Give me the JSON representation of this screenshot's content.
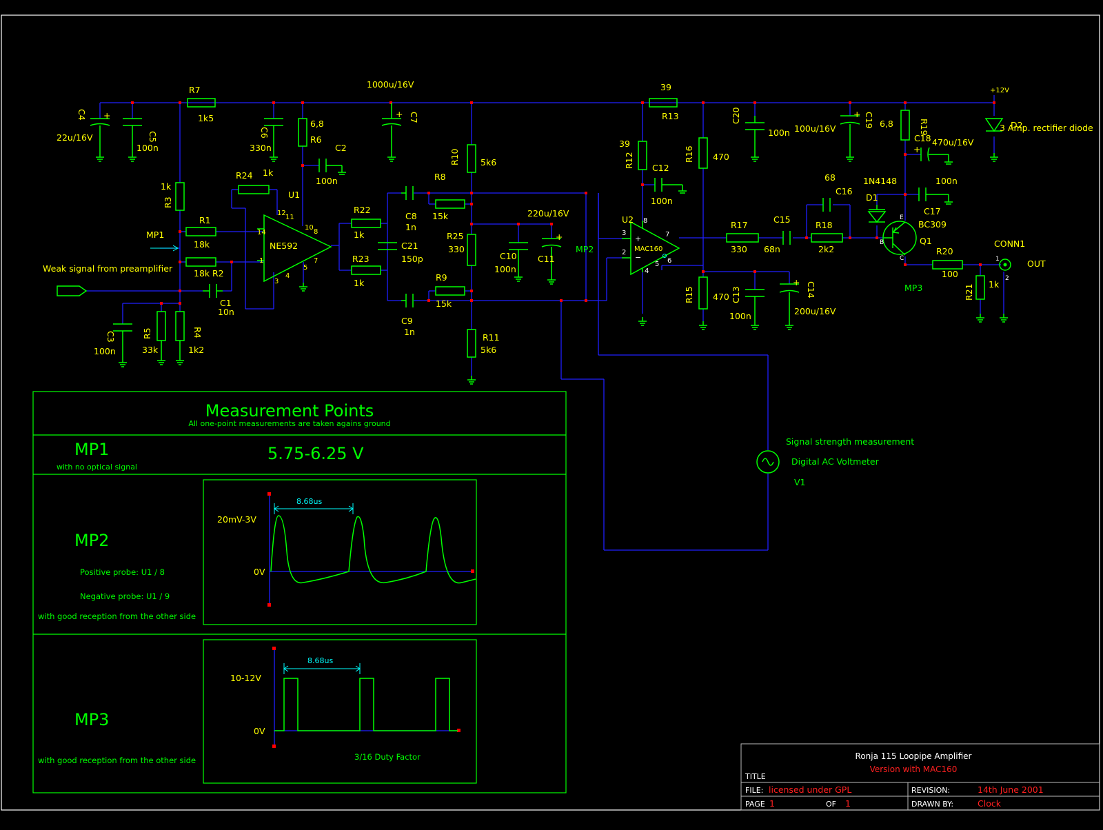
{
  "notes": {
    "weak_signal": "Weak signal from preamplifier",
    "rectifier": "3 Amp. rectifier diode",
    "supply": "+12V",
    "out": "OUT",
    "signal_strength": "Signal strength measurement",
    "voltmeter": "Digital AC Voltmeter",
    "v1": "V1",
    "mp1": "MP1",
    "mp2": "MP2",
    "mp3": "MP3"
  },
  "components": {
    "c4": {
      "ref": "C4",
      "value": "22u/16V"
    },
    "c5": {
      "ref": "C5",
      "value": "100n"
    },
    "r7": {
      "ref": "R7",
      "value": "1k5"
    },
    "r3": {
      "ref": "R3",
      "value": "1k"
    },
    "r1": {
      "ref": "R1",
      "value": "18k"
    },
    "r2": {
      "ref": "R2",
      "value": "18k"
    },
    "c1": {
      "ref": "C1",
      "value": "10n"
    },
    "c3": {
      "ref": "C3",
      "value": "100n"
    },
    "r5": {
      "ref": "R5",
      "value": "33k"
    },
    "r4": {
      "ref": "R4",
      "value": "1k2"
    },
    "r24": {
      "ref": "R24",
      "value": "1k"
    },
    "c6": {
      "ref": "C6",
      "value": "330n"
    },
    "r6": {
      "ref": "R6",
      "value": "6,8"
    },
    "c2": {
      "ref": "C2",
      "value": "100n"
    },
    "u1": {
      "ref": "U1",
      "value": "NE592"
    },
    "c7": {
      "ref": "C7",
      "value": "1000u/16V"
    },
    "r22": {
      "ref": "R22",
      "value": "1k"
    },
    "r23": {
      "ref": "R23",
      "value": "1k"
    },
    "c8": {
      "ref": "C8",
      "value": "1n"
    },
    "c9": {
      "ref": "C9",
      "value": "1n"
    },
    "c21": {
      "ref": "C21",
      "value": "150p"
    },
    "r8": {
      "ref": "R8",
      "value": "15k"
    },
    "r9": {
      "ref": "R9",
      "value": "15k"
    },
    "r10": {
      "ref": "R10",
      "value": "5k6"
    },
    "r25": {
      "ref": "R25",
      "value": "330"
    },
    "r11": {
      "ref": "R11",
      "value": "5k6"
    },
    "c10": {
      "ref": "C10",
      "value": "100n"
    },
    "c11": {
      "ref": "C11",
      "value": "220u/16V"
    },
    "r12": {
      "ref": "R12",
      "value": "39"
    },
    "r13": {
      "ref": "R13",
      "value": "39"
    },
    "c12": {
      "ref": "C12",
      "value": "100n"
    },
    "u2": {
      "ref": "U2",
      "value": "MAC160"
    },
    "r16": {
      "ref": "R16",
      "value": "470"
    },
    "r15": {
      "ref": "R15",
      "value": "470"
    },
    "c20": {
      "ref": "C20",
      "value": "100n"
    },
    "c19": {
      "ref": "C19",
      "value": "100u/16V"
    },
    "c13": {
      "ref": "C13",
      "value": "100n"
    },
    "c14": {
      "ref": "C14",
      "value": "200u/16V"
    },
    "r17": {
      "ref": "R17",
      "value": "330"
    },
    "c15": {
      "ref": "C15",
      "value": "68n"
    },
    "r18": {
      "ref": "R18",
      "value": "2k2"
    },
    "c16": {
      "ref": "C16",
      "value": "68"
    },
    "r19": {
      "ref": "R19",
      "value": "6,8"
    },
    "c18": {
      "ref": "C18",
      "value": "470u/16V"
    },
    "c17": {
      "ref": "C17",
      "value": "100n"
    },
    "d1": {
      "ref": "D1",
      "value": "1N4148"
    },
    "d2": {
      "ref": "D2"
    },
    "q1": {
      "ref": "Q1",
      "value": "BC309"
    },
    "r20": {
      "ref": "R20",
      "value": "100"
    },
    "r21": {
      "ref": "R21",
      "value": "1k"
    },
    "conn1": {
      "ref": "CONN1"
    }
  },
  "measurement": {
    "title": "Measurement Points",
    "subtitle": "All one-point measurements are taken agains ground",
    "mp1": {
      "label": "MP1",
      "note": "with no optical signal",
      "value": "5.75-6.25 V"
    },
    "mp2": {
      "label": "MP2",
      "pos_probe": "Positive probe: U1 / 8",
      "neg_probe": "Negative probe: U1 / 9",
      "note": "with good reception from the other side",
      "period": "8.68us",
      "level_high": "20mV-3V",
      "level_low": "0V"
    },
    "mp3": {
      "label": "MP3",
      "note": "with good reception from the other side",
      "period": "8.68us",
      "level_high": "10-12V",
      "level_low": "0V",
      "duty": "3/16 Duty Factor"
    }
  },
  "title_block": {
    "name": "Ronja 115 Loopipe Amplifier",
    "version": "Version with MAC160",
    "title_label": "TITLE",
    "file_label": "FILE:",
    "file_value": "licensed under GPL",
    "page_label": "PAGE",
    "page_value": "1",
    "of_label": "OF",
    "of_value": "1",
    "revision_label": "REVISION:",
    "revision_value": "14th June 2001",
    "drawn_label": "DRAWN BY:",
    "drawn_value": "Clock"
  }
}
